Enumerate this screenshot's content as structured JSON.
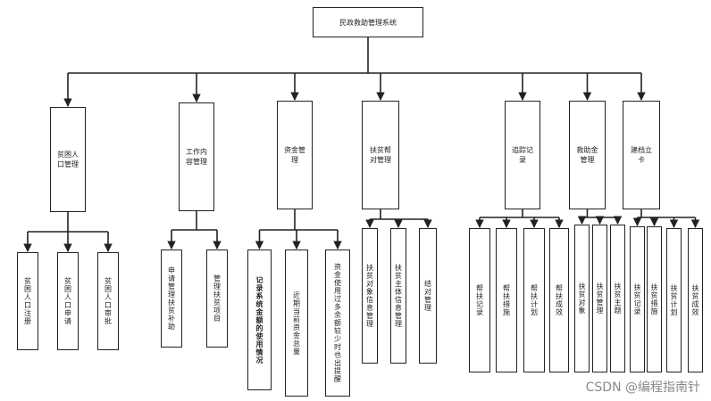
{
  "root": "民政救助管理系统",
  "modules": [
    {
      "id": "m1",
      "label": "贫困人口管理",
      "children": [
        "贫困人口注册",
        "贫困人口申请",
        "贫困人口审批"
      ]
    },
    {
      "id": "m2",
      "label": "工作内容管理",
      "children": [
        "申请管理扶贫补助",
        "管理扶贫项目"
      ]
    },
    {
      "id": "m3",
      "label": "资金管理",
      "children": [
        "记录系统金额的使用情况",
        "近期当前资金总量",
        "资金使用过多余额较少时也出提醒"
      ]
    },
    {
      "id": "m4",
      "label": "扶贫帮对管理",
      "children": [
        "扶贫对象信息管理",
        "扶贫主体信息管理",
        "结对管理"
      ]
    },
    {
      "id": "m5",
      "label": "追踪记录",
      "children": [
        "帮扶记录",
        "帮扶措施",
        "帮扶计划",
        "帮扶成效"
      ]
    },
    {
      "id": "m6",
      "label": "救助金管理",
      "children": [
        "扶贫对象",
        "扶贫管理",
        "扶贫主题"
      ]
    },
    {
      "id": "m7",
      "label": "建档立卡",
      "children": [
        "扶贫记录",
        "扶贫措施",
        "扶贫计划",
        "扶贫成效"
      ]
    }
  ],
  "watermark": "CSDN @编程指南针"
}
